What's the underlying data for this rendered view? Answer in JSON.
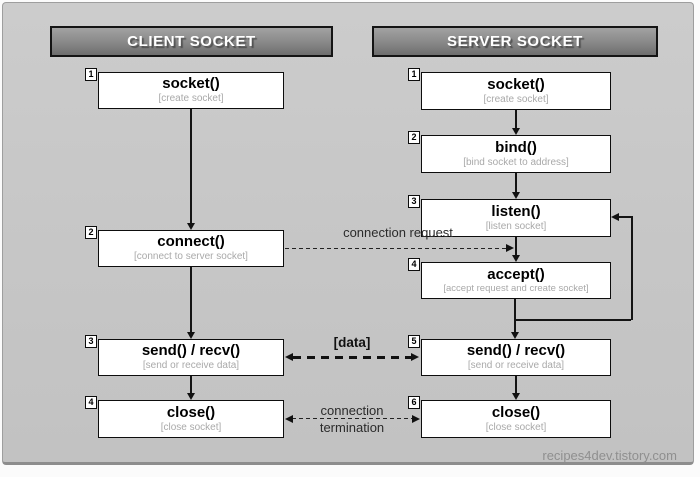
{
  "diagram": {
    "client": {
      "header": "CLIENT SOCKET",
      "nodes": [
        {
          "num": "1",
          "title": "socket()",
          "subtitle": "[create socket]"
        },
        {
          "num": "2",
          "title": "connect()",
          "subtitle": "[connect to server socket]"
        },
        {
          "num": "3",
          "title": "send() / recv()",
          "subtitle": "[send or receive data]"
        },
        {
          "num": "4",
          "title": "close()",
          "subtitle": "[close socket]"
        }
      ]
    },
    "server": {
      "header": "SERVER SOCKET",
      "nodes": [
        {
          "num": "1",
          "title": "socket()",
          "subtitle": "[create socket]"
        },
        {
          "num": "2",
          "title": "bind()",
          "subtitle": "[bind socket to address]"
        },
        {
          "num": "3",
          "title": "listen()",
          "subtitle": "[listen socket]"
        },
        {
          "num": "4",
          "title": "accept()",
          "subtitle": "[accept request and create socket]"
        },
        {
          "num": "5",
          "title": "send() / recv()",
          "subtitle": "[send or receive data]"
        },
        {
          "num": "6",
          "title": "close()",
          "subtitle": "[close socket]"
        }
      ]
    },
    "links": {
      "connection_request": "connection request",
      "data": "[data]",
      "termination_line1": "connection",
      "termination_line2": "termination"
    },
    "watermark": "recipes4dev.tistory.com",
    "colors": {
      "canvas_fill": "#c6c6c6",
      "header_gradient_top": "#a2a2a2",
      "header_gradient_bottom": "#6e6e6e",
      "header_text": "#ffffff",
      "box_fill": "#ffffff",
      "box_border": "#0d0d0d",
      "subtitle_gray": "#a9a9a9",
      "watermark_gray": "#8f8f8f"
    }
  }
}
